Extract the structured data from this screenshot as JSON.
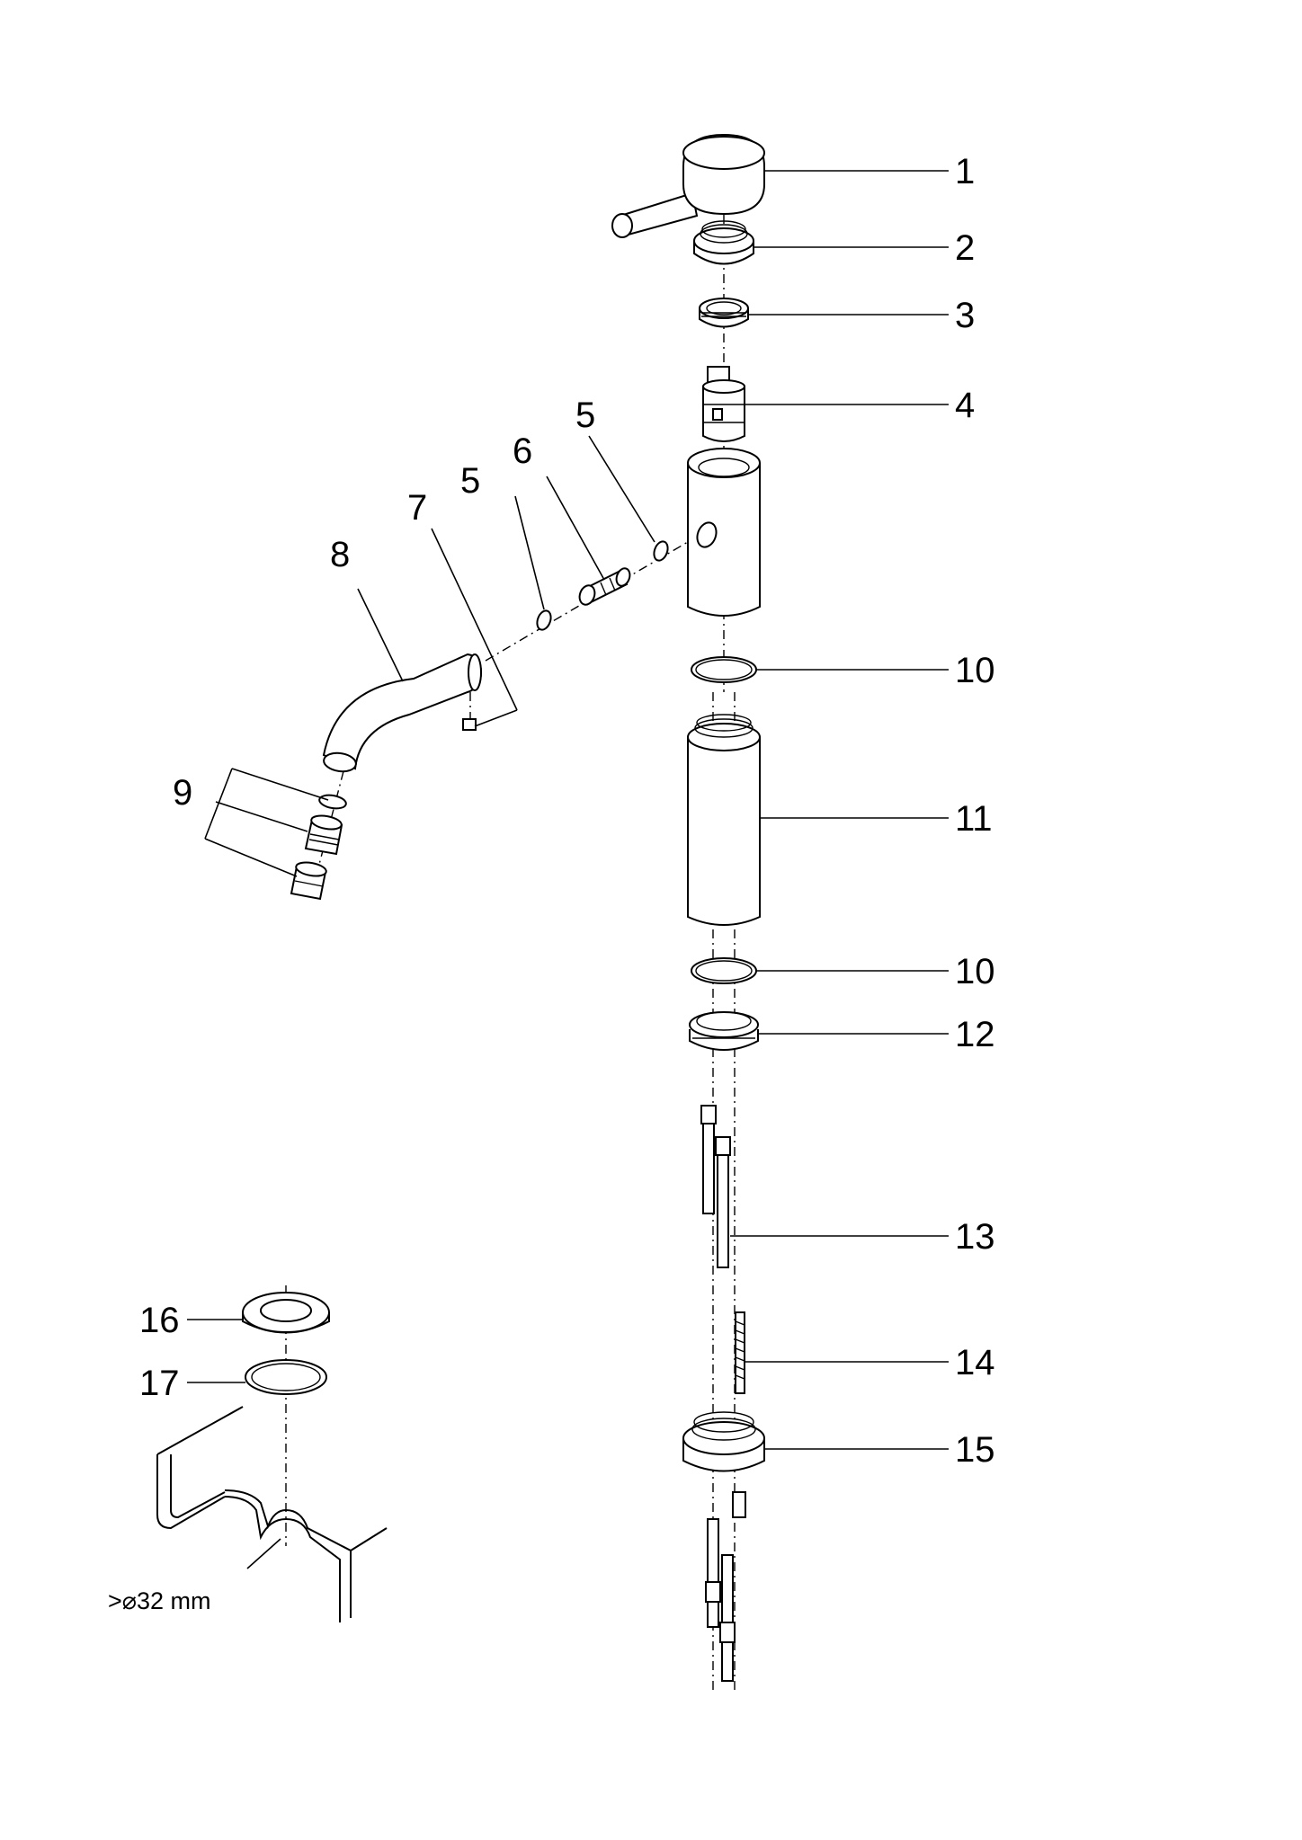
{
  "callouts": {
    "p1": "1",
    "p2": "2",
    "p3": "3",
    "p4": "4",
    "p5a": "5",
    "p5b": "5",
    "p6": "6",
    "p7": "7",
    "p8": "8",
    "p9": "9",
    "p10a": "10",
    "p10b": "10",
    "p11": "11",
    "p12": "12",
    "p13": "13",
    "p14": "14",
    "p15": "15",
    "p16": "16",
    "p17": "17"
  },
  "note": {
    "hole_diameter": ">⌀32 mm"
  }
}
